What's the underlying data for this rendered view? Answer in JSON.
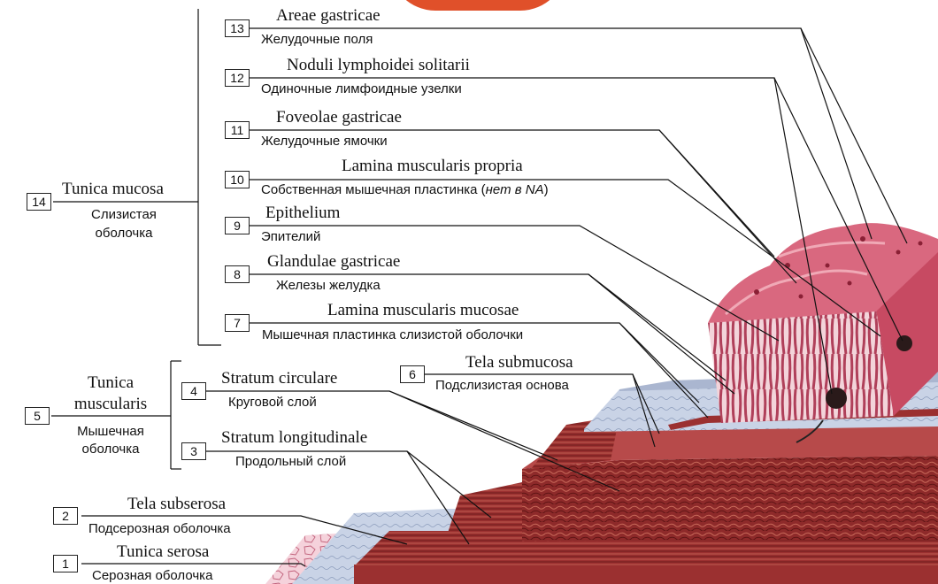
{
  "labels": [
    {
      "num": "13",
      "latin": "Areae gastricae",
      "ru": "Желудочные поля"
    },
    {
      "num": "12",
      "latin": "Noduli lymphoidei solitarii",
      "ru": "Одиночные лимфоидные узелки"
    },
    {
      "num": "11",
      "latin": "Foveolae gastricae",
      "ru": "Желудочные ямочки"
    },
    {
      "num": "10",
      "latin": "Lamina muscularis propria",
      "ru_main": "Собственная мышечная пластинка (",
      "ru_note": "нет в NA",
      "ru_end": ")"
    },
    {
      "num": "9",
      "latin": "Epithelium",
      "ru": "Эпителий"
    },
    {
      "num": "8",
      "latin": "Glandulae gastricae",
      "ru": "Железы желудка"
    },
    {
      "num": "7",
      "latin": "Lamina muscularis mucosae",
      "ru": "Мышечная пластинка слизистой оболочки"
    },
    {
      "num": "6",
      "latin": "Tela submucosa",
      "ru": "Подслизистая основа"
    },
    {
      "num": "4",
      "latin": "Stratum circulare",
      "ru": "Круговой слой"
    },
    {
      "num": "3",
      "latin": "Stratum longitudinale",
      "ru": "Продольный слой"
    },
    {
      "num": "2",
      "latin": "Tela subserosa",
      "ru": "Подсерозная оболочка"
    },
    {
      "num": "1",
      "latin": "Tunica serosa",
      "ru": "Серозная оболочка"
    }
  ],
  "groups": {
    "mucosa": {
      "num": "14",
      "latin": "Tunica mucosa",
      "ru_line1": "Слизистая",
      "ru_line2": "оболочка"
    },
    "muscularis": {
      "num": "5",
      "latin_line1": "Tunica",
      "latin_line2": "muscularis",
      "ru_line1": "Мышечная",
      "ru_line2": "оболочка"
    }
  },
  "colors": {
    "mucosa": "#d9687f",
    "mucosa_light": "#f0a9b6",
    "muscle": "#8e2a2a",
    "muscle_dark": "#5e1414",
    "submucosa": "#c9d3e6",
    "serosa": "#f2c3cf",
    "accent_shape": "#e0502a"
  }
}
